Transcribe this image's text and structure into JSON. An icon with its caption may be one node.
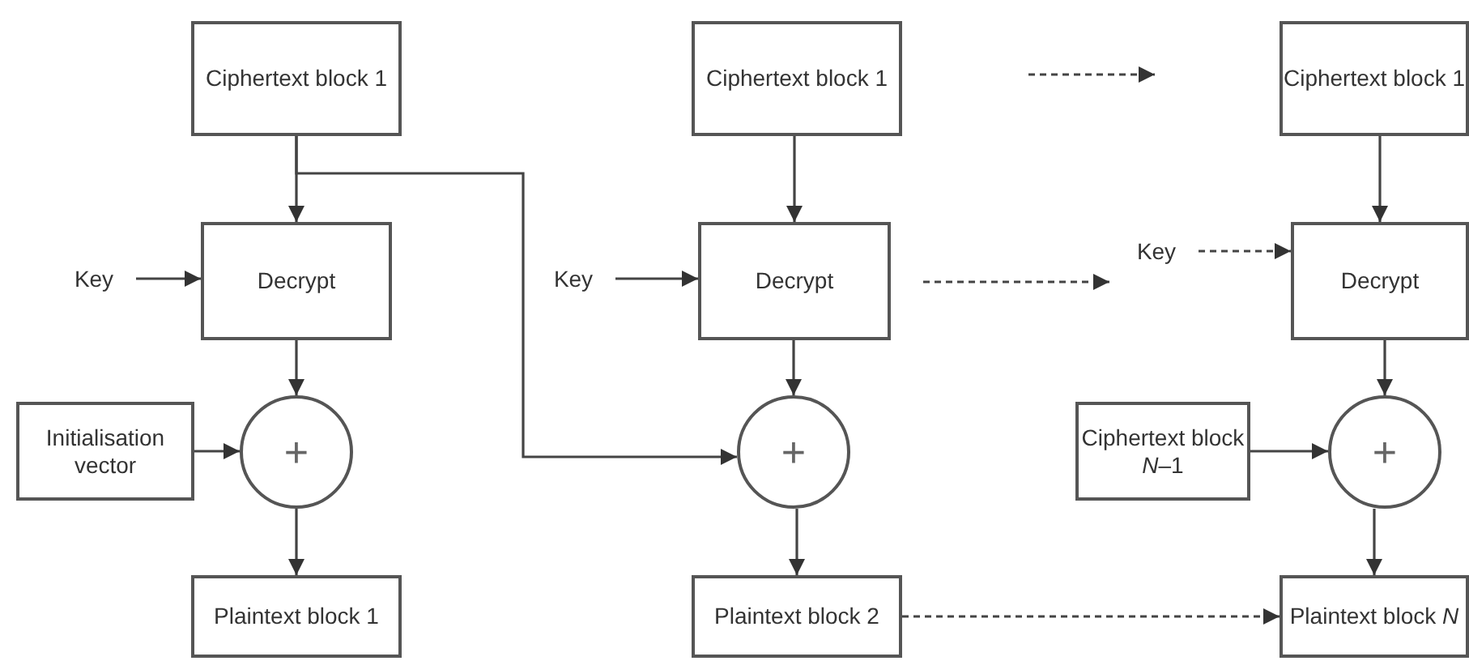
{
  "diagram": {
    "nodes": [
      {
        "text": [
          "Ciphertext block 1"
        ]
      },
      {
        "text": [
          "Key"
        ]
      },
      {
        "text": [
          "Decrypt"
        ]
      },
      {
        "text": [
          "Initialisation vector"
        ]
      },
      {
        "text": [
          "+"
        ]
      },
      {
        "text": [
          "Plaintext block 1"
        ]
      },
      {
        "text": [
          "Ciphertext block 1"
        ]
      },
      {
        "text": [
          "Key"
        ]
      },
      {
        "text": [
          "Decrypt"
        ]
      },
      {
        "text": [
          "+"
        ]
      },
      {
        "text": [
          "Plaintext block 2"
        ]
      },
      {
        "text": [
          "Ciphertext block 1"
        ]
      },
      {
        "text": [
          "Key"
        ]
      },
      {
        "text": [
          "Decrypt"
        ]
      },
      {
        "text": [
          "Ciphertext block *N*–1"
        ]
      },
      {
        "text": [
          "+"
        ]
      },
      {
        "text": [
          "Plaintext block *N*"
        ]
      }
    ],
    "edges": [
      {
        "from": 0,
        "to": 2,
        "arrow": "to"
      },
      {
        "from": 1,
        "to": 2,
        "arrow": "to"
      },
      {
        "from": 2,
        "to": 4,
        "arrow": "to"
      },
      {
        "from": 3,
        "to": 4,
        "arrow": "to"
      },
      {
        "from": 4,
        "to": 5,
        "arrow": "to"
      },
      {
        "from": 0,
        "to": 9,
        "arrow": "to"
      },
      {
        "from": 6,
        "to": 8,
        "arrow": "to"
      },
      {
        "from": 7,
        "to": 8,
        "arrow": "to"
      },
      {
        "from": 8,
        "to": 9,
        "arrow": "to"
      },
      {
        "from": 9,
        "to": 10,
        "arrow": "to"
      },
      {
        "from": 10,
        "to": 16,
        "arrow": "to",
        "style": "dashed"
      },
      {
        "from": 11,
        "to": 13,
        "arrow": "to"
      },
      {
        "from": 12,
        "to": 13,
        "arrow": "to",
        "style": "dashed"
      },
      {
        "from": 13,
        "to": 15,
        "arrow": "to"
      },
      {
        "from": 14,
        "to": 15,
        "arrow": "to"
      },
      {
        "from": 15,
        "to": 16,
        "arrow": "to"
      }
    ]
  }
}
